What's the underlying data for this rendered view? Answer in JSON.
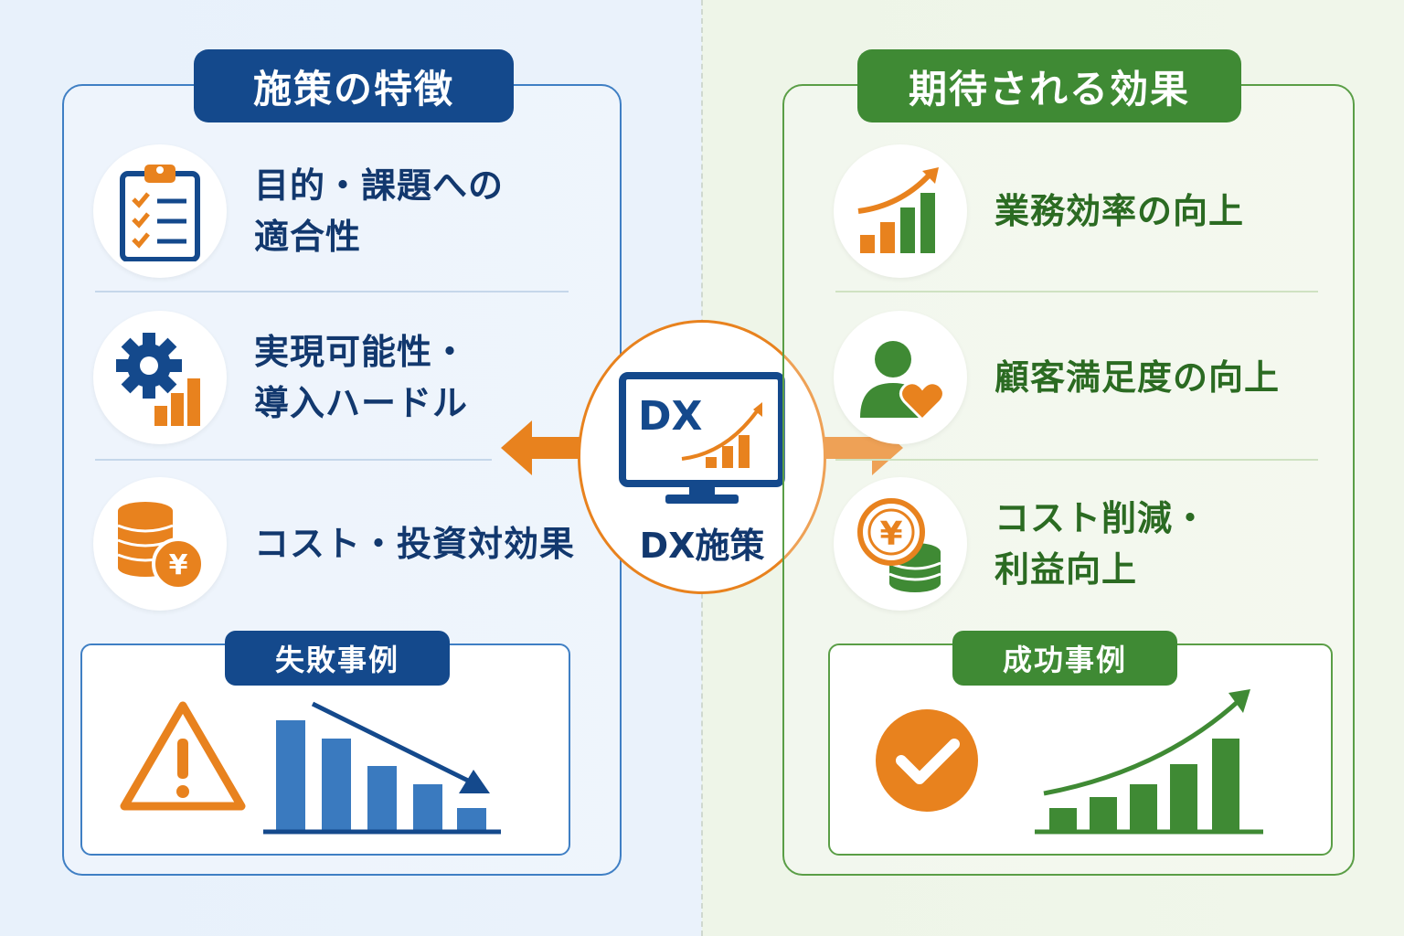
{
  "left_panel": {
    "title": "施策の特徴",
    "items": [
      {
        "label": "目的・課題への\n適合性",
        "icon": "clipboard-checklist-icon"
      },
      {
        "label": "実現可能性・\n導入ハードル",
        "icon": "gear-bar-chart-icon"
      },
      {
        "label": "コスト・投資対効果",
        "icon": "coin-stack-yen-icon"
      }
    ],
    "case": {
      "title": "失敗事例",
      "icons": [
        "warning-icon",
        "declining-bar-chart-icon"
      ]
    }
  },
  "right_panel": {
    "title": "期待される効果",
    "items": [
      {
        "label": "業務効率の向上",
        "icon": "rising-bar-chart-icon"
      },
      {
        "label": "顧客満足度の向上",
        "icon": "person-heart-icon"
      },
      {
        "label": "コスト削減・\n利益向上",
        "icon": "yen-coins-icon"
      }
    ],
    "case": {
      "title": "成功事例",
      "icons": [
        "check-circle-icon",
        "growth-bar-chart-icon"
      ]
    }
  },
  "center": {
    "monitor_text": "DX",
    "label": "DX施策",
    "icon": "monitor-dx-icon"
  },
  "colors": {
    "navy": "#14498c",
    "green": "#3f8a34",
    "orange": "#e8821e",
    "blue_bar": "#3a7abf"
  }
}
